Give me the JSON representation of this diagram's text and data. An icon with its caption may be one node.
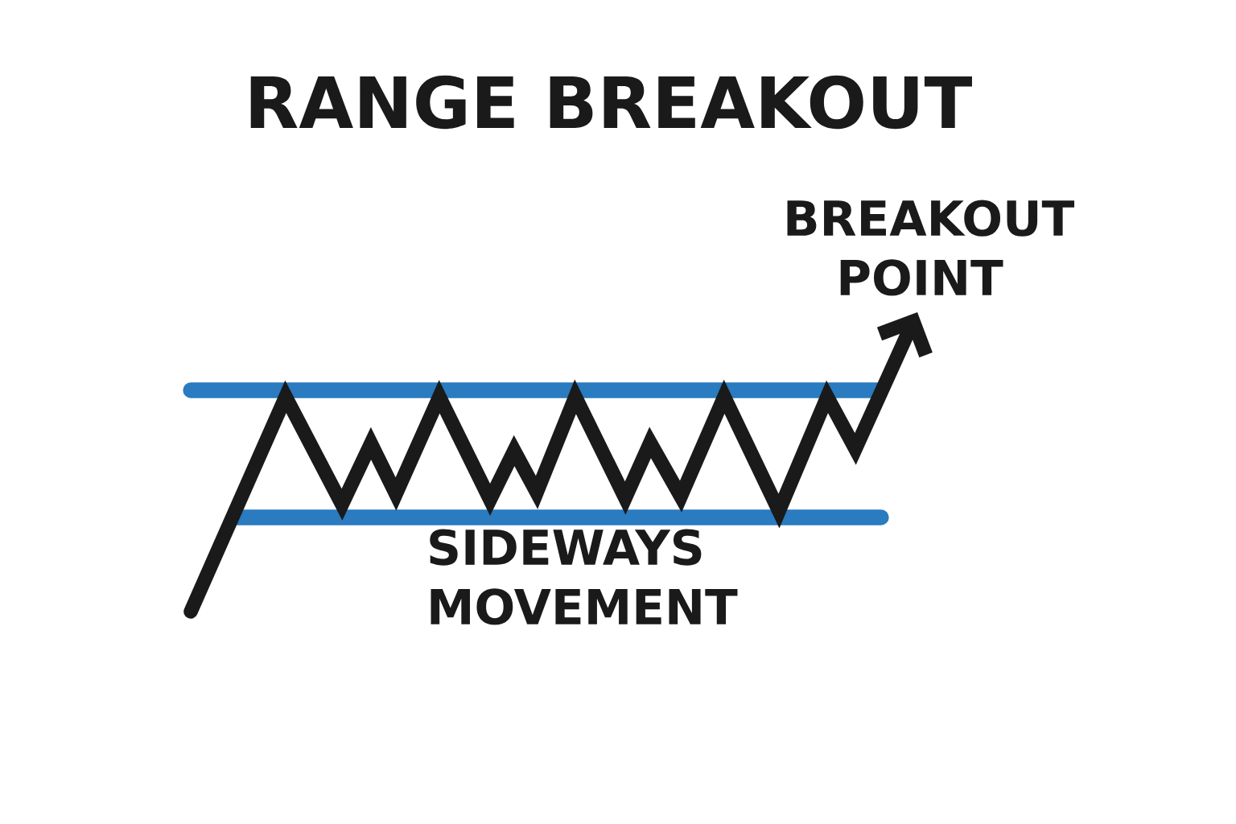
{
  "diagram": {
    "title": "RANGE BREAKOUT",
    "labels": [
      "BREAKOUT POINT",
      "SIDEWAYS MOVEMENT"
    ]
  }
}
